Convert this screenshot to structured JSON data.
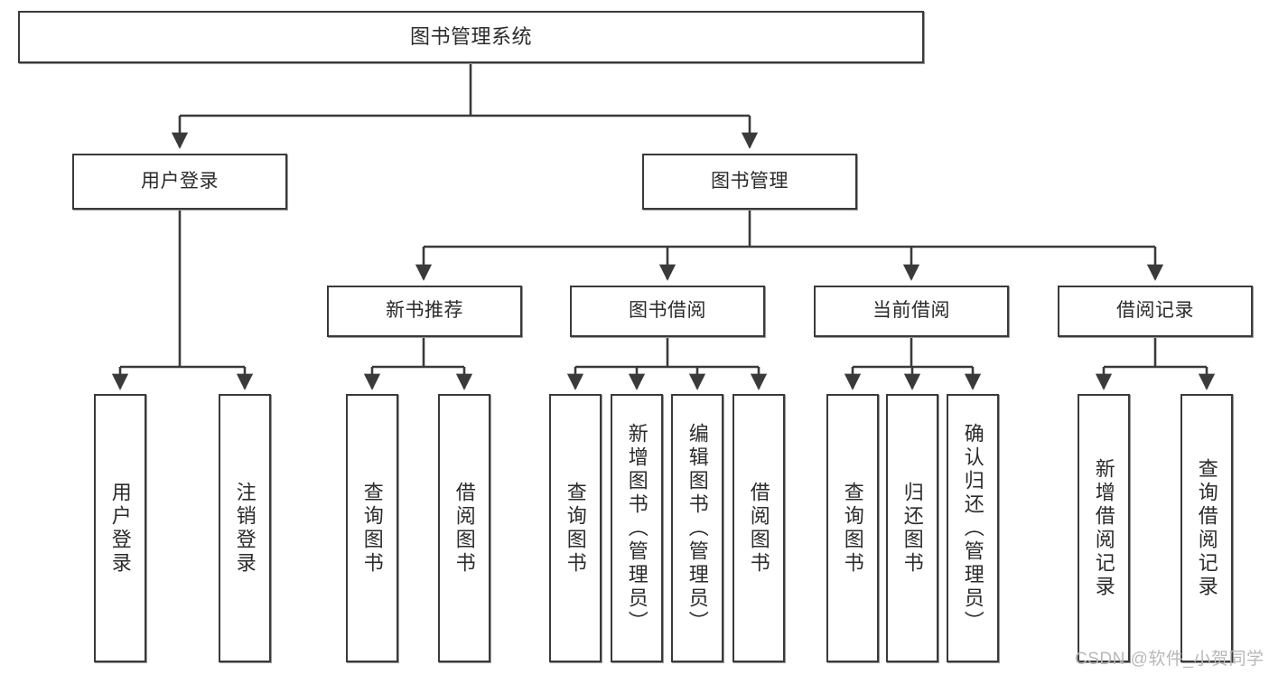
{
  "diagram": {
    "type": "tree-hierarchy",
    "title": "图书管理系统",
    "watermark": "CSDN @软件_小贺同学",
    "colors": {
      "box_border": "#3a3a3a",
      "box_fill": "#ffffff",
      "connector": "#3a3a3a",
      "text": "#2b2b2b",
      "watermark": "#b8b8b8",
      "background": "#ffffff"
    },
    "levels": {
      "root": {
        "label": "图书管理系统"
      },
      "level1": [
        {
          "label": "用户登录"
        },
        {
          "label": "图书管理"
        }
      ],
      "level2": [
        {
          "label": "新书推荐"
        },
        {
          "label": "图书借阅"
        },
        {
          "label": "当前借阅"
        },
        {
          "label": "借阅记录"
        }
      ],
      "leaves": {
        "user_login": [
          {
            "label": "用户登录"
          },
          {
            "label": "注销登录"
          }
        ],
        "new_book_recommend": [
          {
            "label": "查询图书"
          },
          {
            "label": "借阅图书"
          }
        ],
        "book_borrow": [
          {
            "label": "查询图书"
          },
          {
            "label": "新增图书（管理员）"
          },
          {
            "label": "编辑图书（管理员）"
          },
          {
            "label": "借阅图书"
          }
        ],
        "current_borrow": [
          {
            "label": "查询图书"
          },
          {
            "label": "归还图书"
          },
          {
            "label": "确认归还（管理员）"
          }
        ],
        "borrow_record": [
          {
            "label": "新增借阅记录"
          },
          {
            "label": "查询借阅记录"
          }
        ]
      }
    }
  }
}
